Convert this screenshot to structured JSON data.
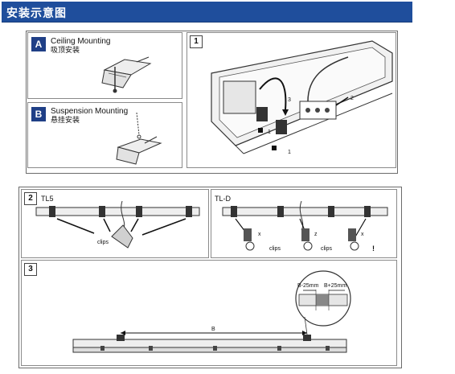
{
  "header": {
    "title": "安装示意图"
  },
  "panel_a": {
    "badge": "A",
    "label_en": "Ceiling Mounting",
    "label_cn": "吸顶安装"
  },
  "panel_b": {
    "badge": "B",
    "label_en": "Suspension Mounting",
    "label_cn": "悬挂安装"
  },
  "step1": {
    "number": "1",
    "arrow_labels": [
      "3",
      "2",
      "1",
      "1"
    ]
  },
  "step2": {
    "number": "2",
    "left_label": "TL5",
    "right_label": "TL-D",
    "clips_label": "clips",
    "marks": [
      "x",
      "z",
      "x",
      "!"
    ]
  },
  "step3": {
    "number": "3",
    "dim_left": "B-25mm",
    "dim_right": "B+25mm",
    "span_label": "B"
  },
  "colors": {
    "title_bar": "#1f4e9c",
    "badge": "#1f3f86",
    "frame": "#6b6b6b"
  }
}
